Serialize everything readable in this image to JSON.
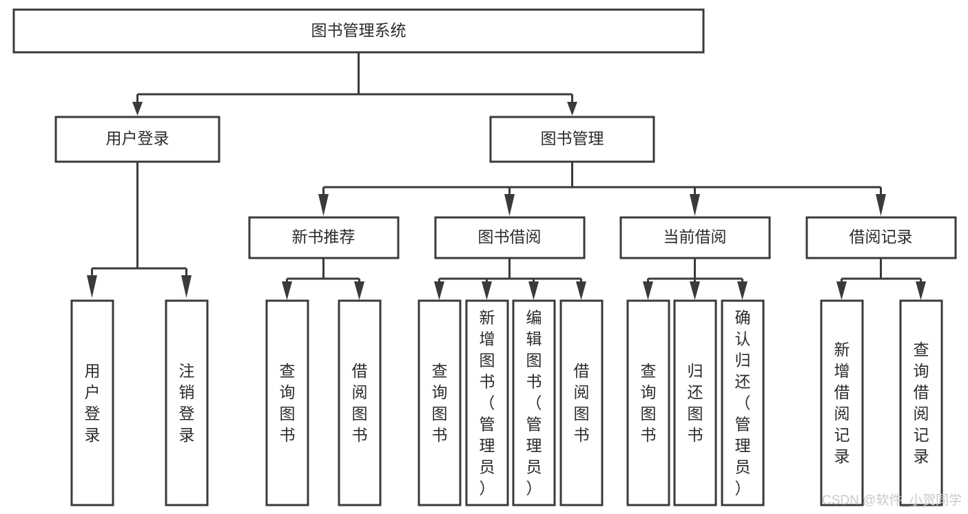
{
  "diagram": {
    "type": "tree-hierarchy",
    "title": "图书管理系统",
    "orientation": "top-down",
    "colors": {
      "box_stroke": "#3a3a3a",
      "box_fill": "#ffffff",
      "connector": "#3a3a3a",
      "text": "#2b2b2b",
      "background": "#ffffff",
      "watermark": "#c9c9c9"
    },
    "root": {
      "id": "root",
      "label": "图书管理系统",
      "text_orientation": "horizontal"
    },
    "level2": [
      {
        "id": "user-login",
        "label": "用户登录",
        "text_orientation": "horizontal"
      },
      {
        "id": "book-manage",
        "label": "图书管理",
        "text_orientation": "horizontal"
      }
    ],
    "level3": [
      {
        "id": "new-book-recommend",
        "label": "新书推荐",
        "parent": "book-manage",
        "text_orientation": "horizontal"
      },
      {
        "id": "book-borrow",
        "label": "图书借阅",
        "parent": "book-manage",
        "text_orientation": "horizontal"
      },
      {
        "id": "current-borrow",
        "label": "当前借阅",
        "parent": "book-manage",
        "text_orientation": "horizontal"
      },
      {
        "id": "borrow-record",
        "label": "借阅记录",
        "parent": "book-manage",
        "text_orientation": "horizontal"
      }
    ],
    "leaves": [
      {
        "id": "leaf-user-login",
        "parent": "user-login",
        "label": "用户登录",
        "chars": [
          "用",
          "户",
          "登",
          "录"
        ]
      },
      {
        "id": "leaf-logout",
        "parent": "user-login",
        "label": "注销登录",
        "chars": [
          "注",
          "销",
          "登",
          "录"
        ]
      },
      {
        "id": "leaf-query-book-1",
        "parent": "new-book-recommend",
        "label": "查询图书",
        "chars": [
          "查",
          "询",
          "图",
          "书"
        ]
      },
      {
        "id": "leaf-borrow-book-1",
        "parent": "new-book-recommend",
        "label": "借阅图书",
        "chars": [
          "借",
          "阅",
          "图",
          "书"
        ]
      },
      {
        "id": "leaf-query-book-2",
        "parent": "book-borrow",
        "label": "查询图书",
        "chars": [
          "查",
          "询",
          "图",
          "书"
        ]
      },
      {
        "id": "leaf-add-book",
        "parent": "book-borrow",
        "label": "新增图书（管理员）",
        "chars": [
          "新",
          "增",
          "图",
          "书",
          "（",
          "管",
          "理",
          "员",
          "）"
        ]
      },
      {
        "id": "leaf-edit-book",
        "parent": "book-borrow",
        "label": "编辑图书（管理员）",
        "chars": [
          "编",
          "辑",
          "图",
          "书",
          "（",
          "管",
          "理",
          "员",
          "）"
        ]
      },
      {
        "id": "leaf-borrow-book-2",
        "parent": "book-borrow",
        "label": "借阅图书",
        "chars": [
          "借",
          "阅",
          "图",
          "书"
        ]
      },
      {
        "id": "leaf-query-book-3",
        "parent": "current-borrow",
        "label": "查询图书",
        "chars": [
          "查",
          "询",
          "图",
          "书"
        ]
      },
      {
        "id": "leaf-return-book",
        "parent": "current-borrow",
        "label": "归还图书",
        "chars": [
          "归",
          "还",
          "图",
          "书"
        ]
      },
      {
        "id": "leaf-confirm-return",
        "parent": "current-borrow",
        "label": "确认归还（管理员）",
        "chars": [
          "确",
          "认",
          "归",
          "还",
          "（",
          "管",
          "理",
          "员",
          "）"
        ]
      },
      {
        "id": "leaf-add-record",
        "parent": "borrow-record",
        "label": "新增借阅记录",
        "chars": [
          "新",
          "增",
          "借",
          "阅",
          "记",
          "录"
        ]
      },
      {
        "id": "leaf-query-record",
        "parent": "borrow-record",
        "label": "查询借阅记录",
        "chars": [
          "查",
          "询",
          "借",
          "阅",
          "记",
          "录"
        ]
      }
    ]
  },
  "watermark": {
    "text": "CSDN @软件_小贺同学"
  }
}
